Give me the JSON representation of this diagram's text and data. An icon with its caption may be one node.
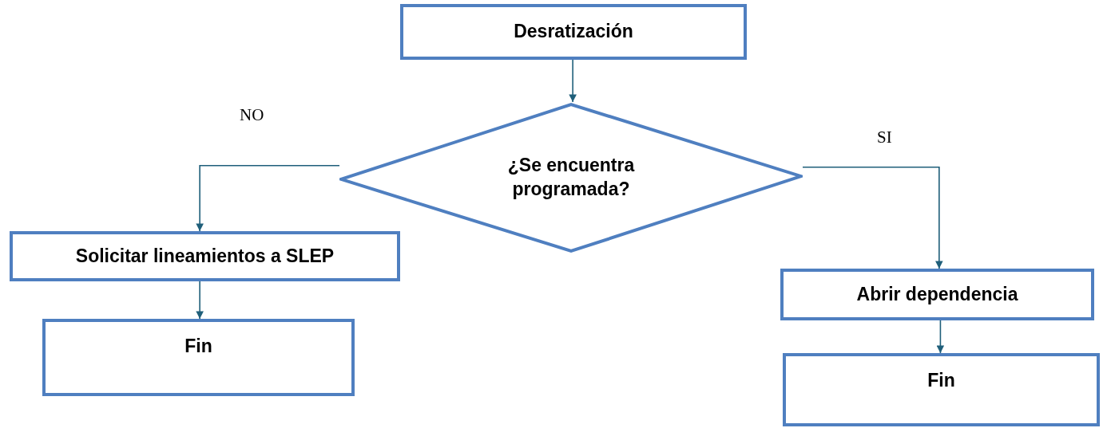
{
  "diagram": {
    "nodes": [
      {
        "text": [
          "Desratización"
        ]
      },
      {
        "text": [
          "¿Se encuentra programada?"
        ]
      },
      {
        "text": [
          "Solicitar lineamientos a SLEP"
        ]
      },
      {
        "text": [
          "Fin"
        ]
      },
      {
        "text": [
          "Abrir dependencia"
        ]
      },
      {
        "text": [
          "Fin"
        ]
      }
    ],
    "edges": [
      {
        "from": 0,
        "to": 1,
        "arrow": "to"
      },
      {
        "from": 1,
        "to": 2,
        "arrow": "to",
        "label": "NO"
      },
      {
        "from": 1,
        "to": 4,
        "arrow": "to",
        "label": "SI"
      },
      {
        "from": 2,
        "to": 3,
        "arrow": "to"
      },
      {
        "from": 4,
        "to": 5,
        "arrow": "to"
      }
    ]
  }
}
